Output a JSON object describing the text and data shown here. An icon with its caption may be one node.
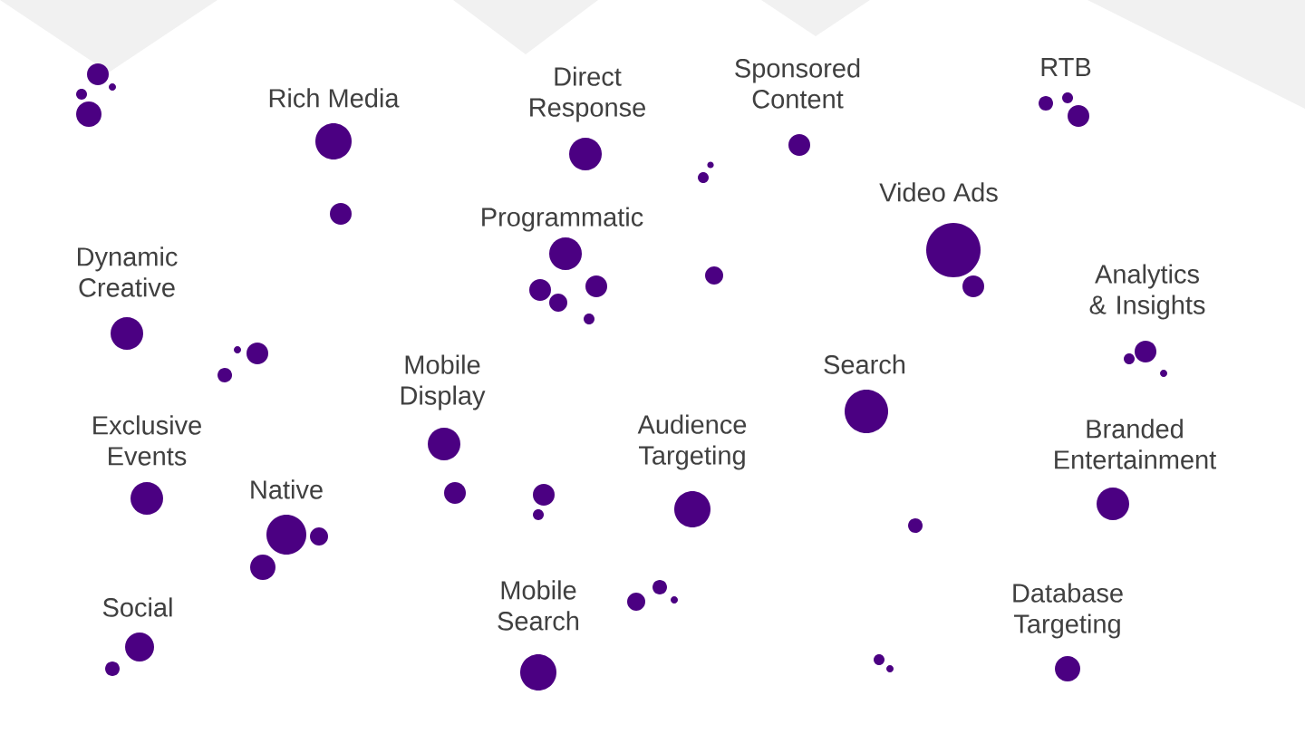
{
  "diagram": {
    "labels": [
      "Rich Media",
      "Direct Response",
      "Sponsored Content",
      "RTB",
      "Video Ads",
      "Programmatic",
      "Dynamic Creative",
      "Analytics & Insights",
      "Mobile Display",
      "Search",
      "Exclusive Events",
      "Audience Targeting",
      "Branded Entertainment",
      "Native",
      "Social",
      "Mobile Search",
      "Database Targeting"
    ]
  }
}
